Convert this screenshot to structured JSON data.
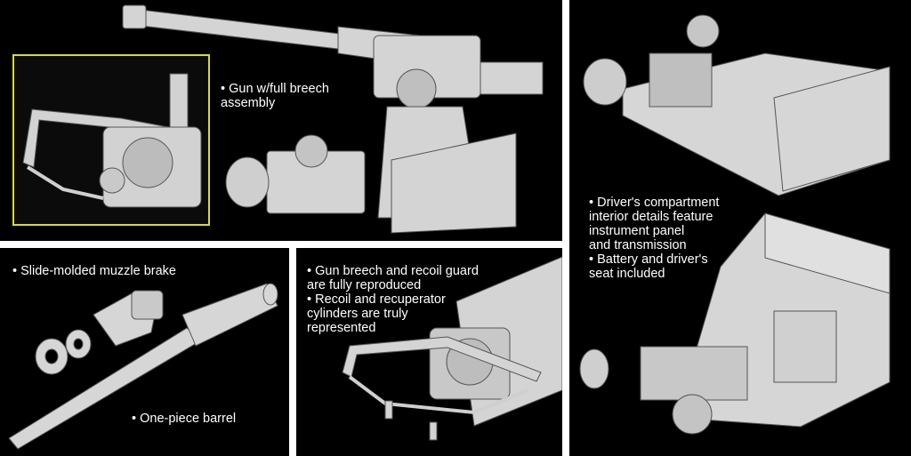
{
  "captions": {
    "gun": "• Gun w/full breech\nassembly",
    "driver": "• Driver's compartment\ninterior details feature\ninstrument panel\nand transmission\n• Battery and driver's\nseat included",
    "muzzle": "• Slide-molded muzzle brake",
    "barrel": "• One-piece barrel",
    "breech": "• Gun breech and recoil guard\nare fully reproduced\n• Recoil and recuperator\ncylinders are truly\nrepresented"
  },
  "colors": {
    "background": "#000000",
    "part": "#d9d9d9",
    "inset_border": "#d8d840"
  }
}
